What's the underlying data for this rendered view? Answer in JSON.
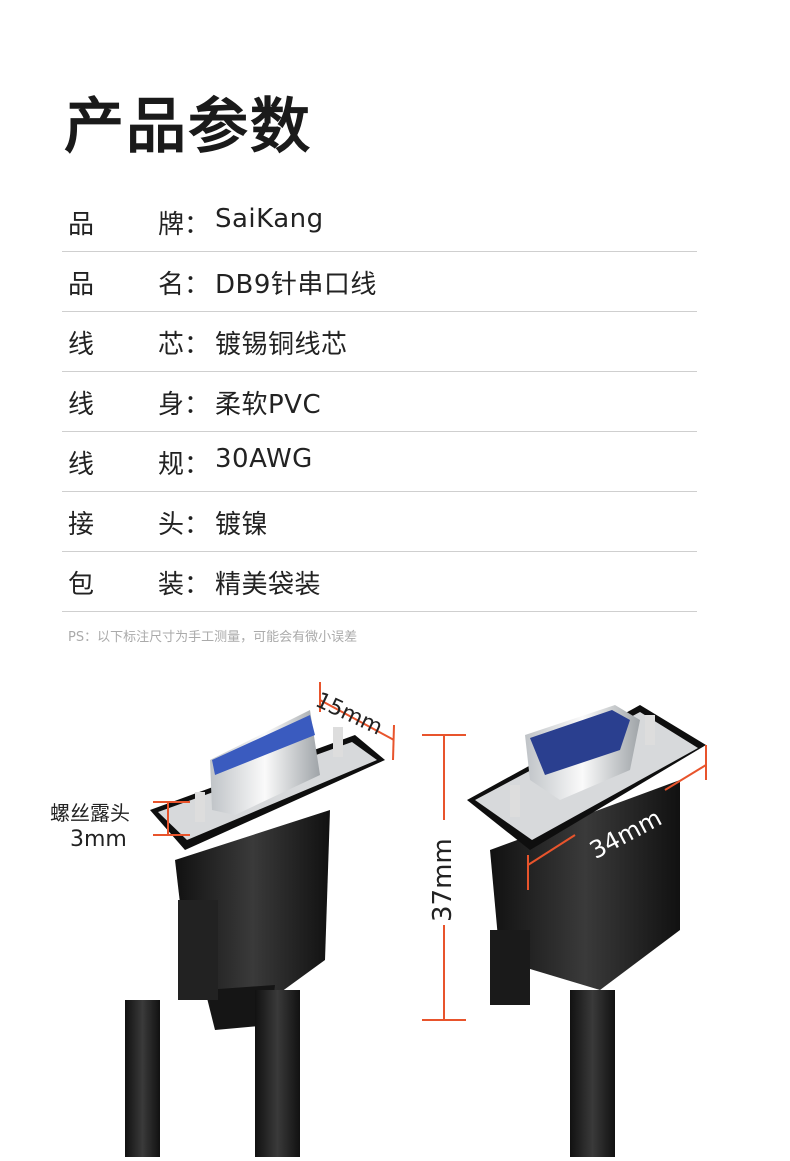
{
  "title": "产品参数",
  "specs": [
    {
      "k1": "品",
      "k2": "牌",
      "colon": "：",
      "value": "SaiKang"
    },
    {
      "k1": "品",
      "k2": "名",
      "colon": "：",
      "value": "DB9针串口线"
    },
    {
      "k1": "线",
      "k2": "芯",
      "colon": "：",
      "value": "镀锡铜线芯"
    },
    {
      "k1": "线",
      "k2": "身",
      "colon": "：",
      "value": "柔软PVC"
    },
    {
      "k1": "线",
      "k2": "规",
      "colon": "：",
      "value": "30AWG"
    },
    {
      "k1": "接",
      "k2": "头",
      "colon": "：",
      "value": "镀镍"
    },
    {
      "k1": "包",
      "k2": "装",
      "colon": "：",
      "value": "精美袋装"
    }
  ],
  "note": "PS：以下标注尺寸为手工测量，可能会有微小误差",
  "dimensions": {
    "depth": "15mm",
    "screw_label": "螺丝露头",
    "screw": "3mm",
    "height": "37mm",
    "width": "34mm"
  },
  "colors": {
    "dimension_line": "#e8542c",
    "female_insert": "#3a5bbf",
    "male_insert": "#2a3f8f",
    "body": "#1c1c1c"
  }
}
